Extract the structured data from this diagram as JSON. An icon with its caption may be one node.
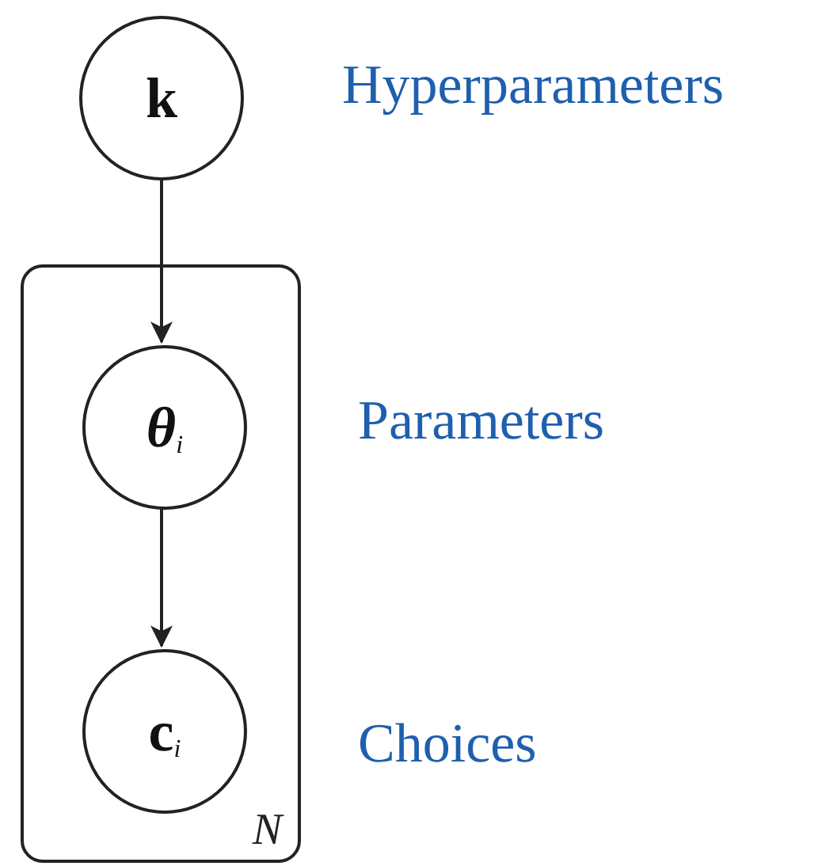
{
  "diagram": {
    "nodes": [
      {
        "text": [
          "**k**"
        ]
      },
      {
        "text": [
          "N"
        ]
      },
      {
        "text": [
          "**θ**$_{i}$"
        ],
        "in": 1
      },
      {
        "text": [
          "**c**$_{i}$"
        ],
        "in": 1
      }
    ],
    "edges": [
      {
        "from": 0,
        "to": 2,
        "arrow": "to"
      },
      {
        "from": 2,
        "to": 3,
        "arrow": "to"
      }
    ],
    "labels": [
      "Hyperparameters",
      "Parameters",
      "Choices"
    ]
  }
}
